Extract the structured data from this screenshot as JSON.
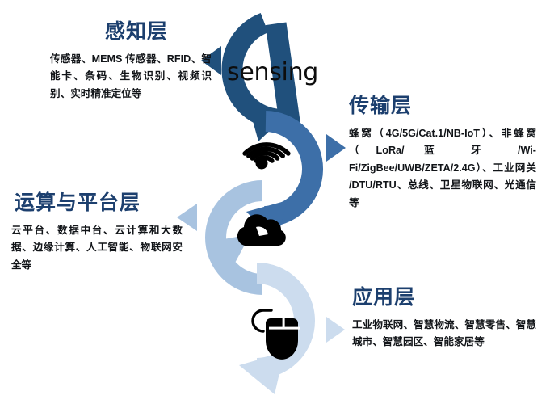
{
  "diagram": {
    "title_word": "sensing",
    "palette": {
      "arc_sensing": "#20507c",
      "arc_transmission": "#3d6fa8",
      "arc_computing": "#a8c3e0",
      "arc_application": "#ccdcee",
      "heading": "#1c3f6e",
      "body_text": "#111418",
      "icon": "#000000",
      "background": "#ffffff"
    },
    "layers": [
      {
        "id": "sensing",
        "title": "感知层",
        "body": "传感器、MEMS 传感器、RFID、智能卡、条码、生物识别、视频识别、实时精准定位等",
        "icon": "sensing-word",
        "pointer": "triangle-left-icon",
        "color": "#20507c"
      },
      {
        "id": "transmission",
        "title": "传输层",
        "body": "蜂窝（4G/5G/Cat.1/NB-IoT）、非蜂窝（LoRa/ 蓝 牙 /Wi-Fi/ZigBee/UWB/ZETA/2.4G）、工业网关 /DTU/RTU、总线、卫星物联网、光通信等",
        "icon": "wifi-signal-icon",
        "pointer": "triangle-right-icon",
        "color": "#3d6fa8"
      },
      {
        "id": "computing",
        "title": "运算与平台层",
        "body": "云平台、数据中台、云计算和大数据、边缘计算、人工智能、物联网安全等",
        "icon": "cloud-icon",
        "pointer": "triangle-left-icon",
        "color": "#a8c3e0"
      },
      {
        "id": "application",
        "title": "应用层",
        "body": "工业物联网、智慧物流、智慧零售、智慧城市、智慧园区、智能家居等",
        "icon": "computer-mouse-icon",
        "pointer": "triangle-right-icon",
        "color": "#ccdcee"
      }
    ]
  }
}
